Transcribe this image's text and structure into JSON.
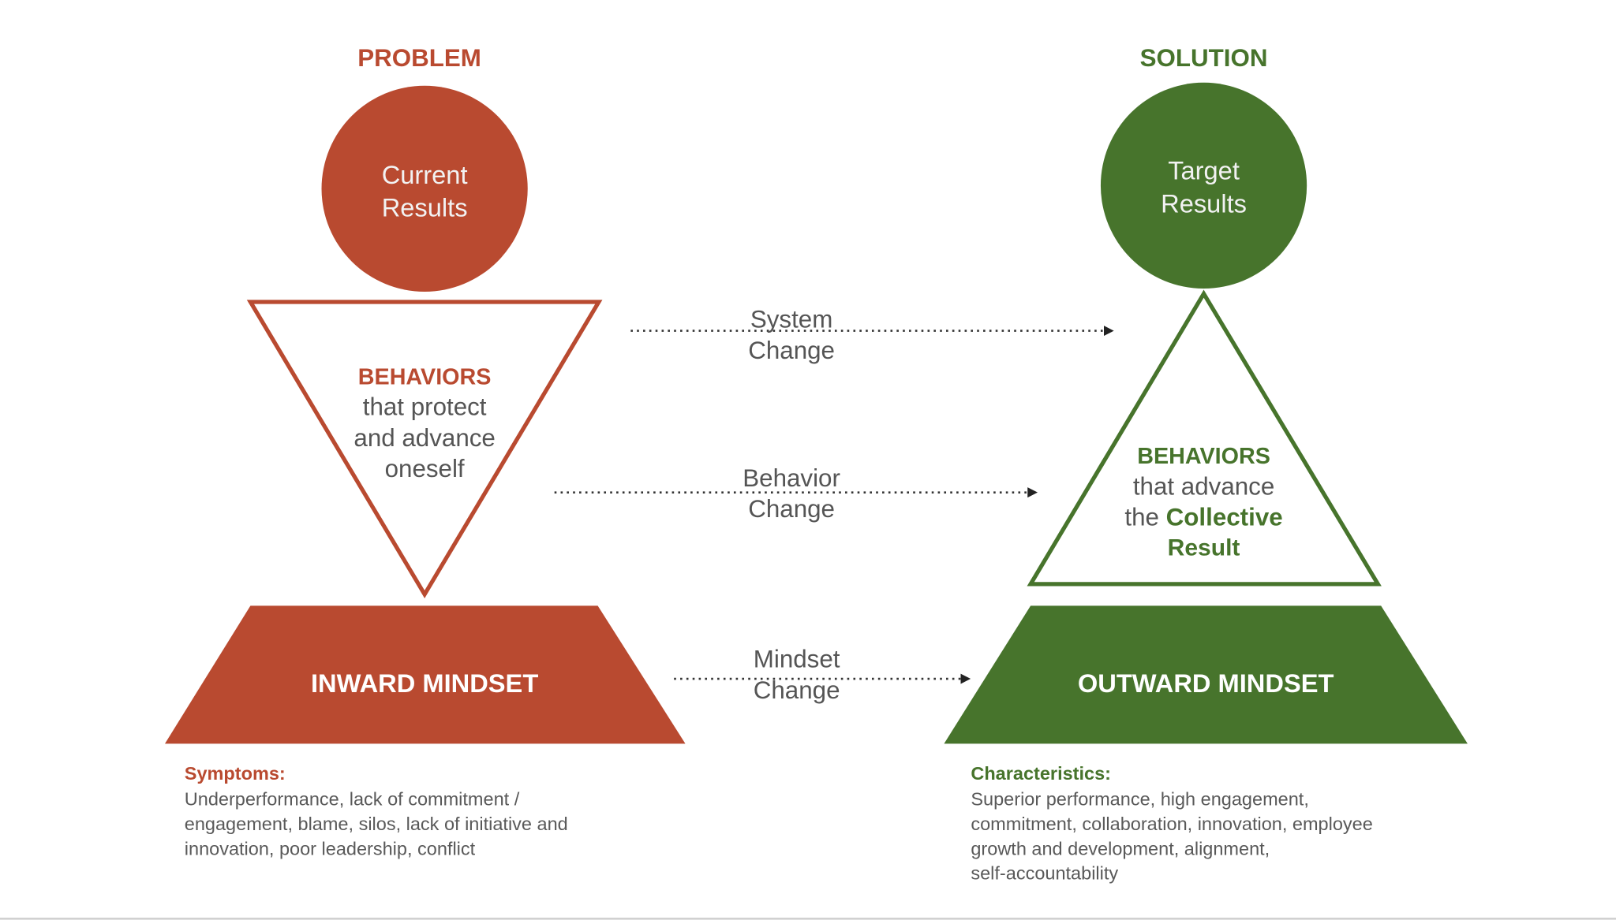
{
  "colors": {
    "problem": "#b94a30",
    "solution": "#47742c",
    "text": "#595959"
  },
  "problem": {
    "heading": "PROBLEM",
    "circle": [
      "Current",
      "Results"
    ],
    "behaviors": {
      "title": "BEHAVIORS",
      "lines": [
        "that protect",
        "and advance",
        "oneself"
      ]
    },
    "mindset": "INWARD MINDSET",
    "notes_title": "Symptoms:",
    "notes_lines": [
      "Underperformance, lack of commitment /",
      "engagement, blame, silos, lack of initiative and",
      "innovation, poor leadership, conflict"
    ]
  },
  "solution": {
    "heading": "SOLUTION",
    "circle": [
      "Target",
      "Results"
    ],
    "behaviors": {
      "title": "BEHAVIORS",
      "line1": "that advance",
      "line2_prefix": "the ",
      "line2_bold": "Collective",
      "line3_bold": "Result"
    },
    "mindset": "OUTWARD MINDSET",
    "notes_title": "Characteristics:",
    "notes_lines": [
      "Superior performance, high engagement,",
      "commitment, collaboration, innovation, employee",
      "growth and development, alignment,",
      "self-accountability"
    ]
  },
  "arrows": [
    {
      "lines": [
        "System",
        "Change"
      ]
    },
    {
      "lines": [
        "Behavior",
        "Change"
      ]
    },
    {
      "lines": [
        "Mindset",
        "Change"
      ]
    }
  ]
}
